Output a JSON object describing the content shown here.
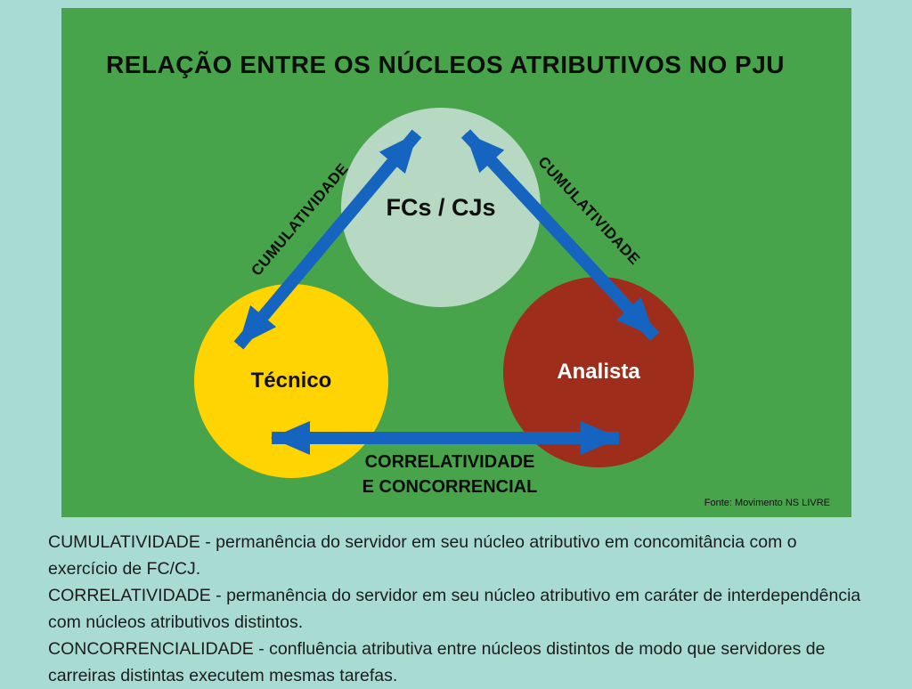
{
  "title": "RELAÇÃO ENTRE OS NÚCLEOS ATRIBUTIVOS NO PJU",
  "nodes": {
    "fcs_cjs": {
      "label": "FCs / CJs",
      "color": "#b7d9c3"
    },
    "tecnico": {
      "label": "Técnico",
      "color": "#ffd400"
    },
    "analista": {
      "label": "Analista",
      "color": "#9e2d1c"
    }
  },
  "edges": {
    "tecnico_fcs": {
      "label": "CUMULATIVIDADE"
    },
    "fcs_analista": {
      "label": "CUMULATIVIDADE"
    },
    "tecnico_analista": {
      "label_line1": "CORRELATIVIDADE",
      "label_line2": "E CONCORRENCIAL"
    }
  },
  "source": "Fonte: Movimento NS LIVRE",
  "definitions": [
    "CUMULATIVIDADE - permanência do servidor em seu núcleo atributivo em concomitância com o exercício de FC/CJ.",
    "CORRELATIVIDADE - permanência do servidor em seu núcleo atributivo em caráter de interdependência com núcleos atributivos distintos.",
    "CONCORRENCIALIDADE - confluência atributiva entre núcleos distintos de modo que servidores de carreiras distintas executem mesmas tarefas."
  ],
  "colors": {
    "page_background": "#a8dcd2",
    "panel_background": "#47a44b",
    "arrow_blue": "#1565c0",
    "node_fcs_cjs": "#b7d9c3",
    "node_tecnico": "#ffd400",
    "node_analista": "#9e2d1c",
    "text": "#111111"
  }
}
